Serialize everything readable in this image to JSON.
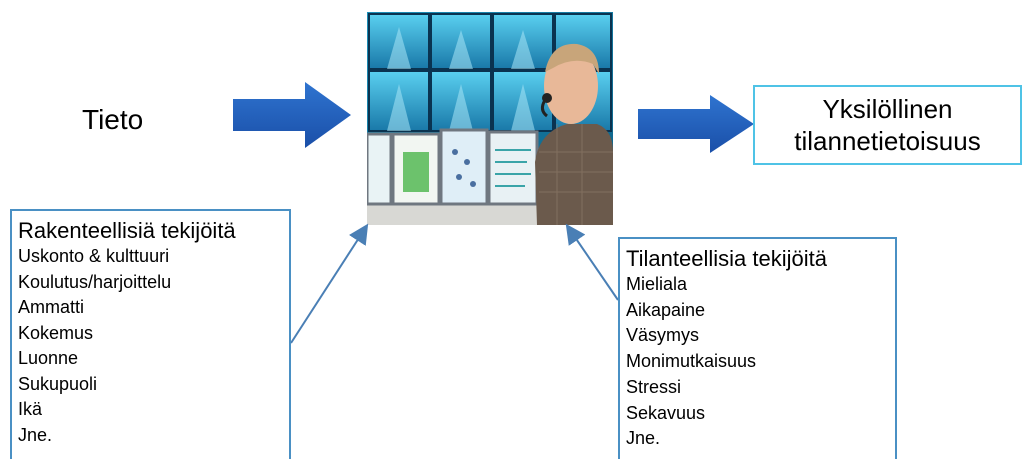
{
  "input_label": "Tieto",
  "outcome": {
    "line1": "Yksilöllinen",
    "line2": "tilannetietoisuus"
  },
  "photo": {
    "icon": "control-room-operator-photo"
  },
  "structural_factors": {
    "title": "Rakenteellisiä tekijöitä",
    "items": [
      "Uskonto & kulttuuri",
      "Koulutus/harjoittelu",
      "Ammatti",
      "Kokemus",
      "Luonne",
      "Sukupuoli",
      "Ikä",
      "Jne."
    ]
  },
  "situational_factors": {
    "title": "Tilanteellisia tekijöitä",
    "items": [
      "Mieliala",
      "Aikapaine",
      "Väsymys",
      "Monimutkaisuus",
      "Stressi",
      "Sekavuus",
      "Jne."
    ]
  },
  "colors": {
    "arrow": "#1f5fbf",
    "outcome_border": "#4fc3e6",
    "factor_border": "#4a90c4",
    "connector": "#4a7fb5"
  }
}
